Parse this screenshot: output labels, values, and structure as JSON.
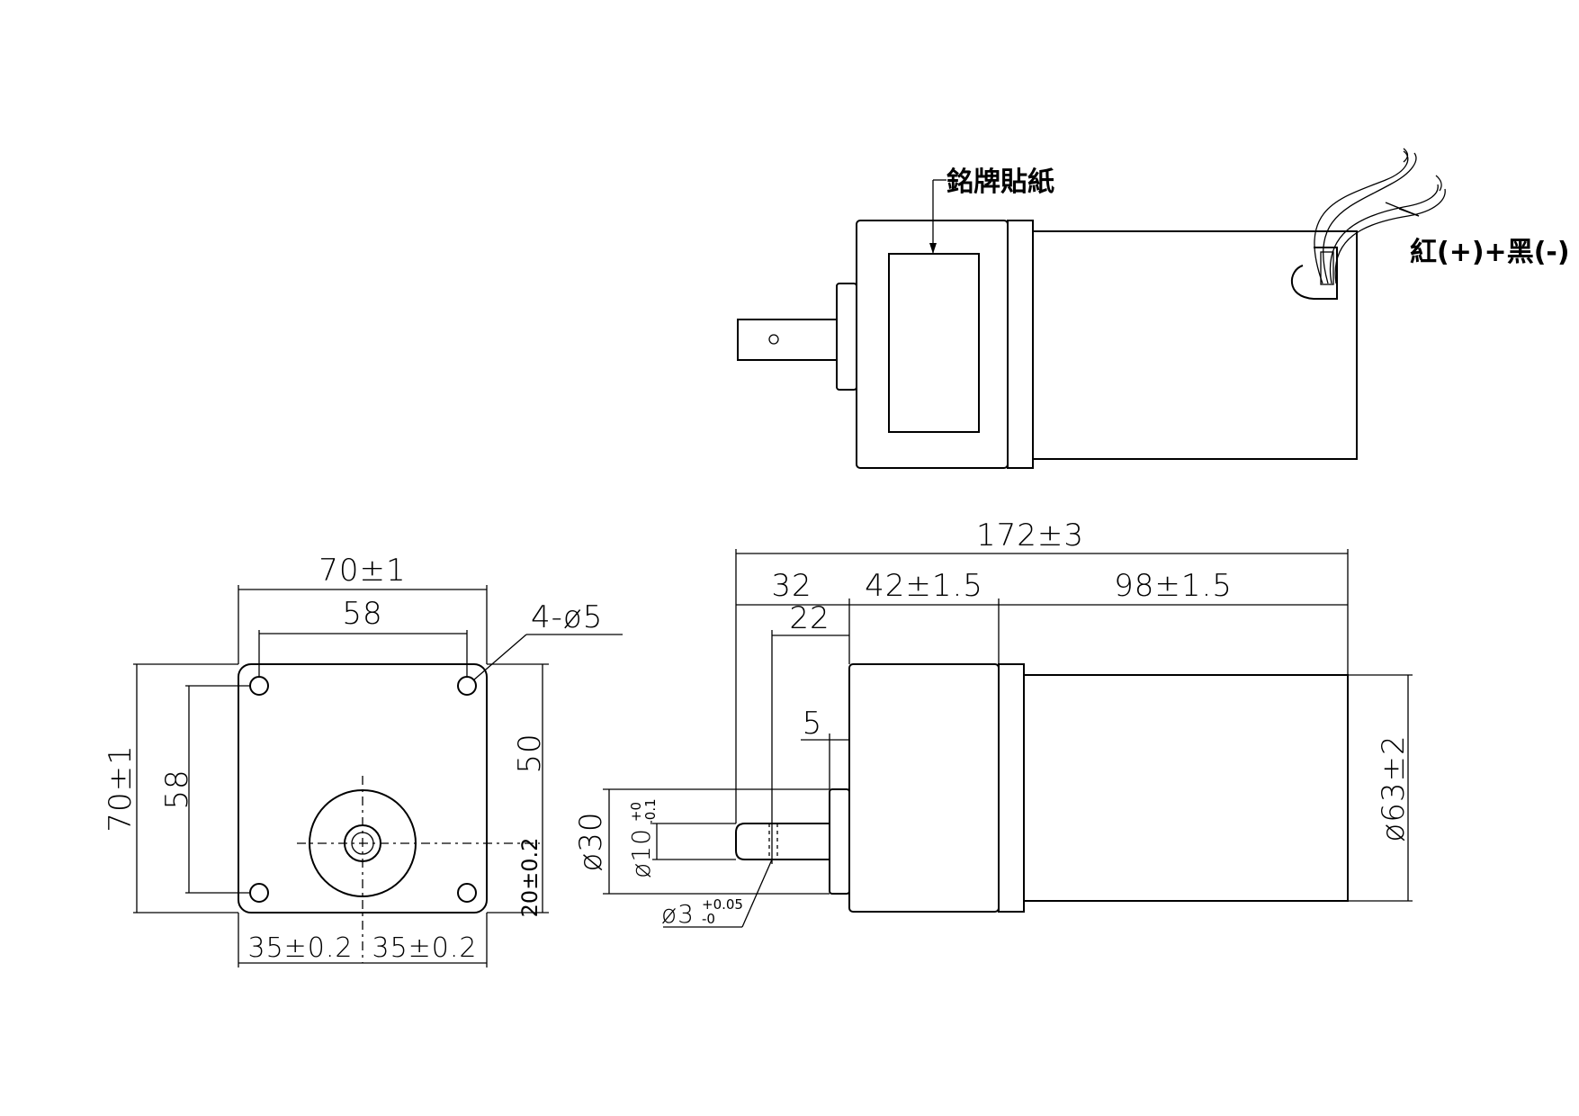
{
  "labels": {
    "nameplate": "銘牌貼紙",
    "wires": "紅(+)+黑(-)"
  },
  "front_view": {
    "width_top": "70±1",
    "hole_spacing_top": "58",
    "holes": "4-ø5",
    "height_left": "70±1",
    "hole_spacing_left": "58",
    "height_right": "50",
    "shaft_offset": "20±0.2",
    "half_left": "35±0.2",
    "half_right": "35±0.2"
  },
  "side_view": {
    "overall": "172±3",
    "shaft_len": "32",
    "gearbox_len": "42±1.5",
    "motor_len": "98±1.5",
    "key_len": "22",
    "boss_len": "5",
    "boss_dia": "ø30",
    "shaft_dia": "ø10",
    "shaft_tol_upper": "+0",
    "shaft_tol_lower": "-0.1",
    "pin_dia": "ø3",
    "pin_tol_upper": "+0.05",
    "pin_tol_lower": "-0",
    "motor_dia": "ø63±2"
  }
}
